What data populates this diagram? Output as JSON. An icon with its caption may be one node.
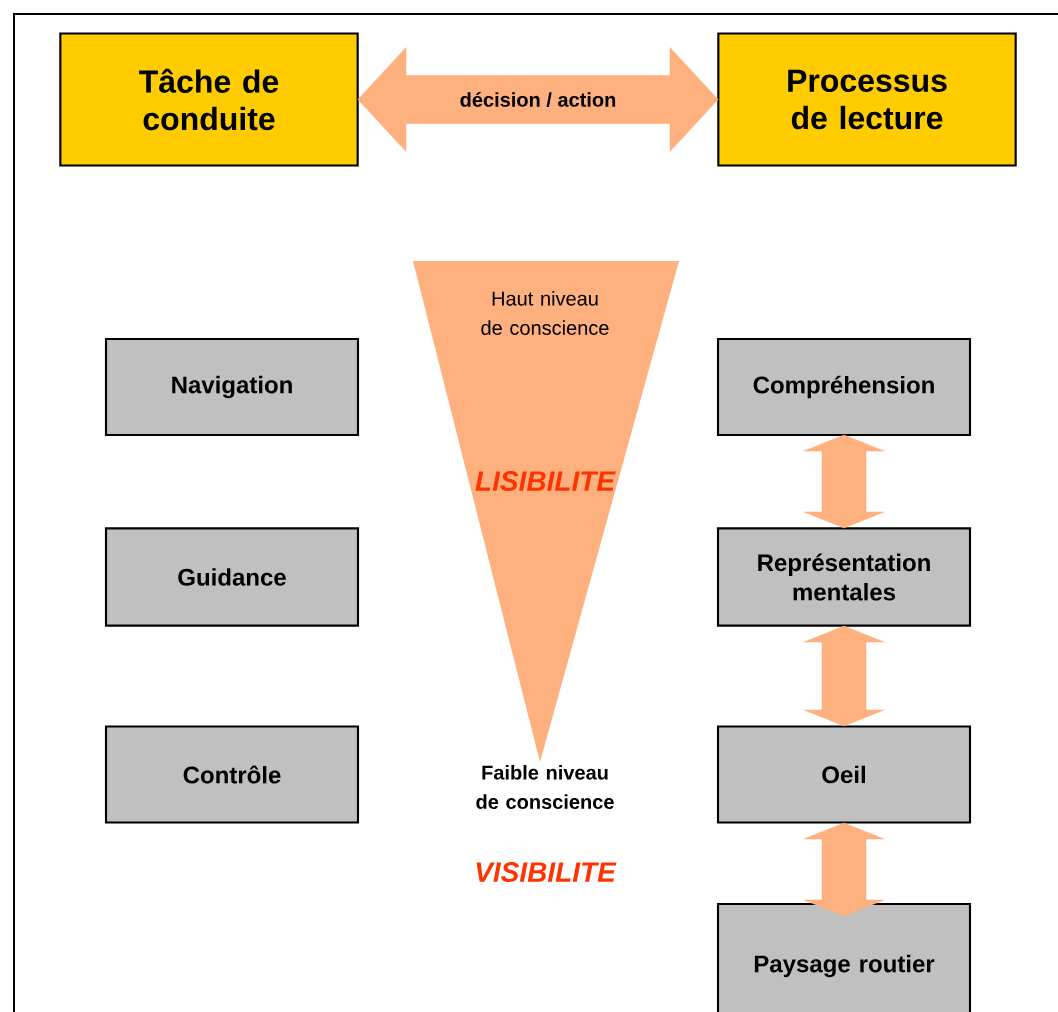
{
  "diagram": {
    "nodes": [
      {
        "text": [
          "Tâche de conduite"
        ]
      },
      {
        "text": [
          "Processus de lecture"
        ]
      },
      {
        "text": [
          "Navigation"
        ]
      },
      {
        "text": [
          "Compréhension"
        ]
      },
      {
        "text": [
          "Guidance"
        ]
      },
      {
        "text": [
          "Représentation mentales"
        ]
      },
      {
        "text": [
          "Contrôle"
        ]
      },
      {
        "text": [
          "Oeil"
        ]
      },
      {
        "text": [
          "Paysage routier"
        ]
      },
      {
        "text": [
          "Haut niveau de conscience",
          "LISIBILITE"
        ]
      }
    ],
    "edges": [
      {
        "from": 0,
        "to": 1,
        "arrow": "both",
        "label": "décision / action"
      },
      {
        "from": 3,
        "to": 5,
        "arrow": "both"
      },
      {
        "from": 5,
        "to": 7,
        "arrow": "both"
      },
      {
        "from": 7,
        "to": 8,
        "arrow": "both"
      }
    ],
    "labels": [
      "Faible niveau de conscience",
      "VISIBILITE"
    ]
  }
}
